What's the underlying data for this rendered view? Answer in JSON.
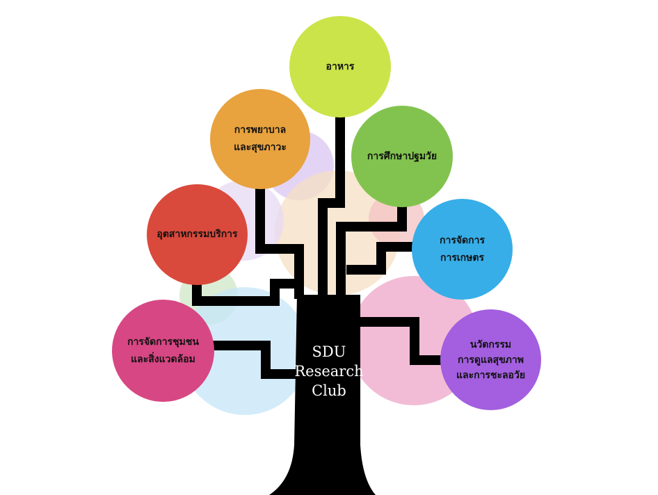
{
  "trunk": {
    "lines": [
      "SDU",
      "Research",
      "Club"
    ],
    "color": "#000000",
    "text_color": "#ffffff"
  },
  "branches": [
    {
      "id": "food",
      "lines": [
        "อาหาร"
      ],
      "color": "#cbe44a"
    },
    {
      "id": "nursing",
      "lines": [
        "การพยาบาล",
        "และสุขภาวะ"
      ],
      "color": "#e8a23e"
    },
    {
      "id": "primary-education",
      "lines": [
        "การศึกษาปฐมวัย"
      ],
      "color": "#82c34f"
    },
    {
      "id": "service-industry",
      "lines": [
        "อุตสาหกรรมบริการ"
      ],
      "color": "#d94a3c"
    },
    {
      "id": "agriculture-management",
      "lines": [
        "การจัดการ",
        "การเกษตร"
      ],
      "color": "#37aee8"
    },
    {
      "id": "community-environment",
      "lines": [
        "การจัดการชุมชน",
        "และสิ่งแวดล้อม"
      ],
      "color": "#d74783"
    },
    {
      "id": "health-innovation",
      "lines": [
        "นวัตกรรม",
        "การดูแลสุขภาพ",
        "และการชะลอวัย"
      ],
      "color": "#a35fdf"
    }
  ],
  "decor_colors": [
    "#d9c6f2",
    "#f6dfc3",
    "#e7d9f3",
    "#cfe8c7",
    "#c5e5f8",
    "#eda5c8",
    "#f4c3c3"
  ]
}
